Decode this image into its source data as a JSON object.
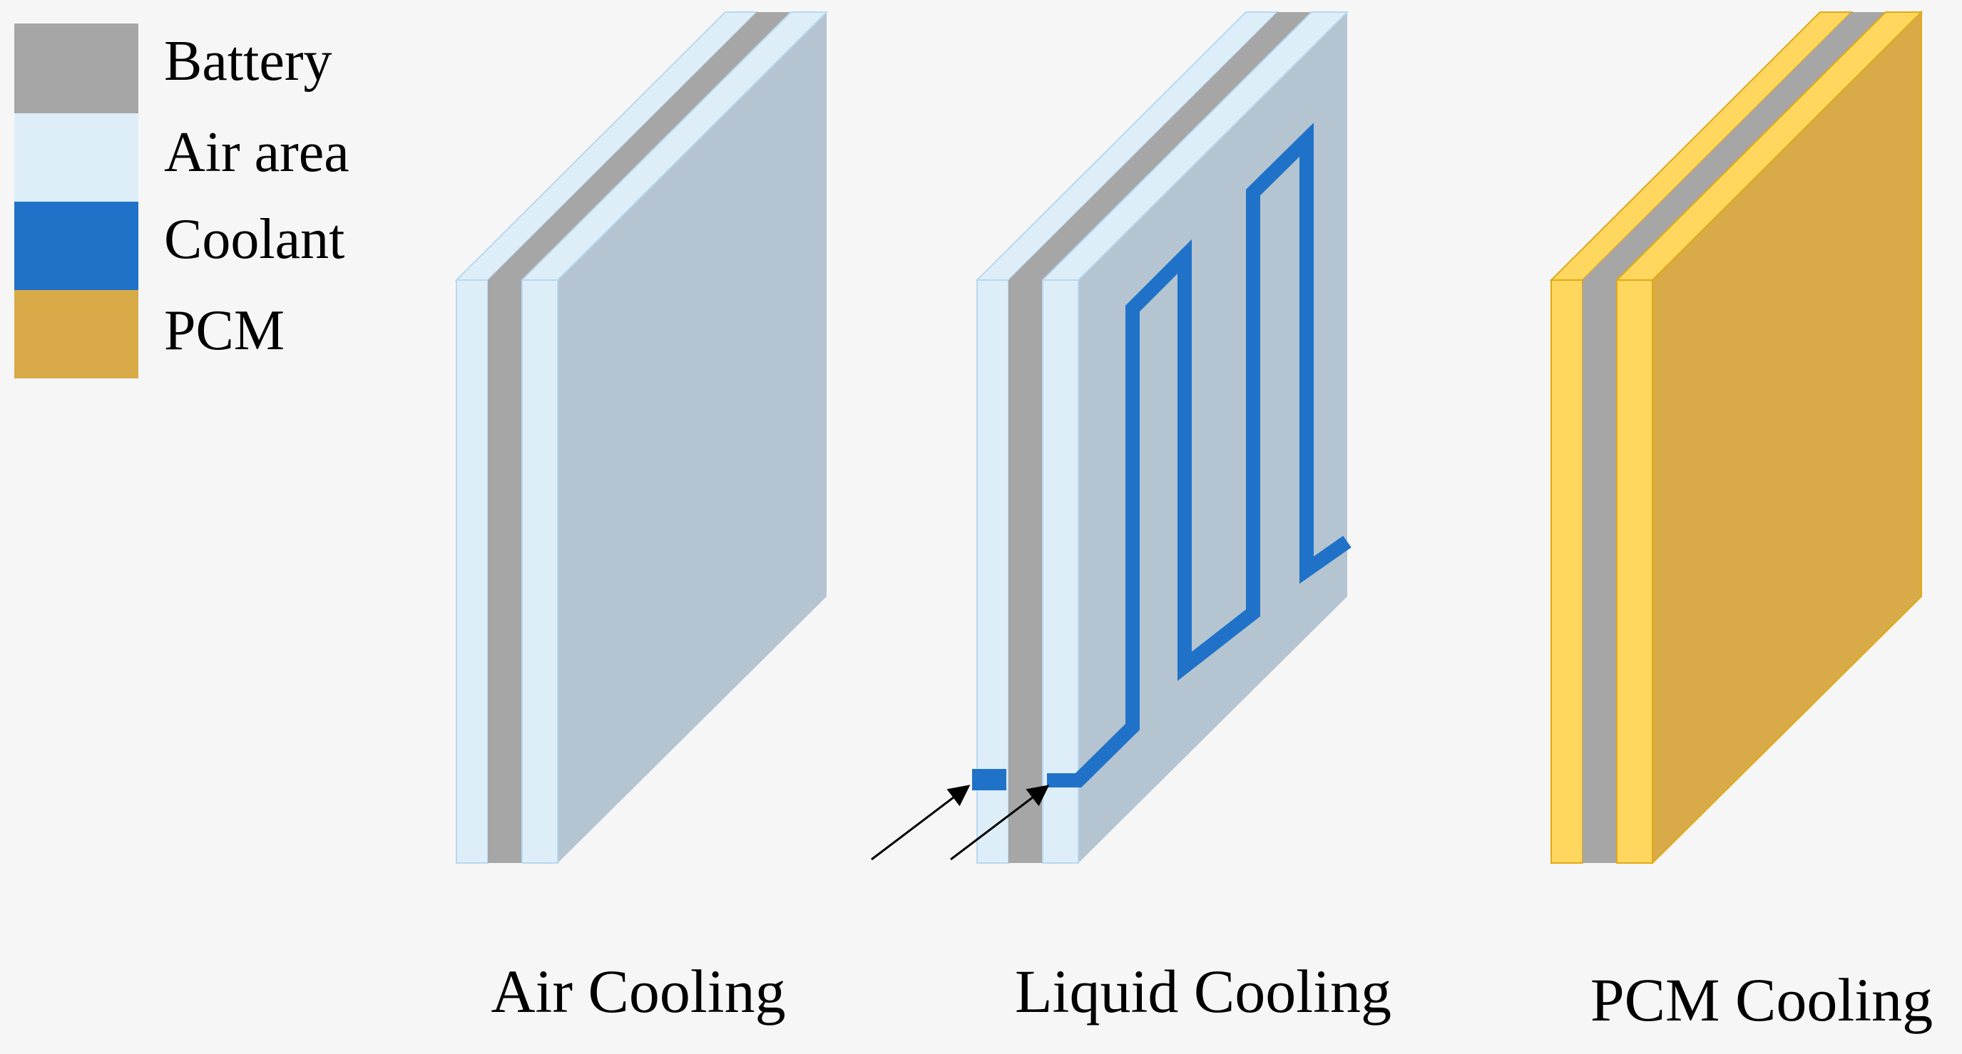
{
  "legend": {
    "items": [
      {
        "label": "Battery",
        "color": "#a6a6a6"
      },
      {
        "label": "Air area",
        "color": "#deeef9"
      },
      {
        "label": "Coolant",
        "color": "#1f72c8"
      },
      {
        "label": "PCM",
        "color": "#d8ab48"
      }
    ]
  },
  "captions": {
    "air": "Air Cooling",
    "liquid": "Liquid Cooling",
    "pcm": "PCM Cooling"
  },
  "colors": {
    "background": "#f6f6f6",
    "panel_face": "#b4c4d0",
    "panel_top": "#c9d8e4",
    "air_edge": "#b8d8f0",
    "pcm_layer": "#ffd75e",
    "pcm_border": "#e0a916",
    "arrow": "#000000"
  }
}
